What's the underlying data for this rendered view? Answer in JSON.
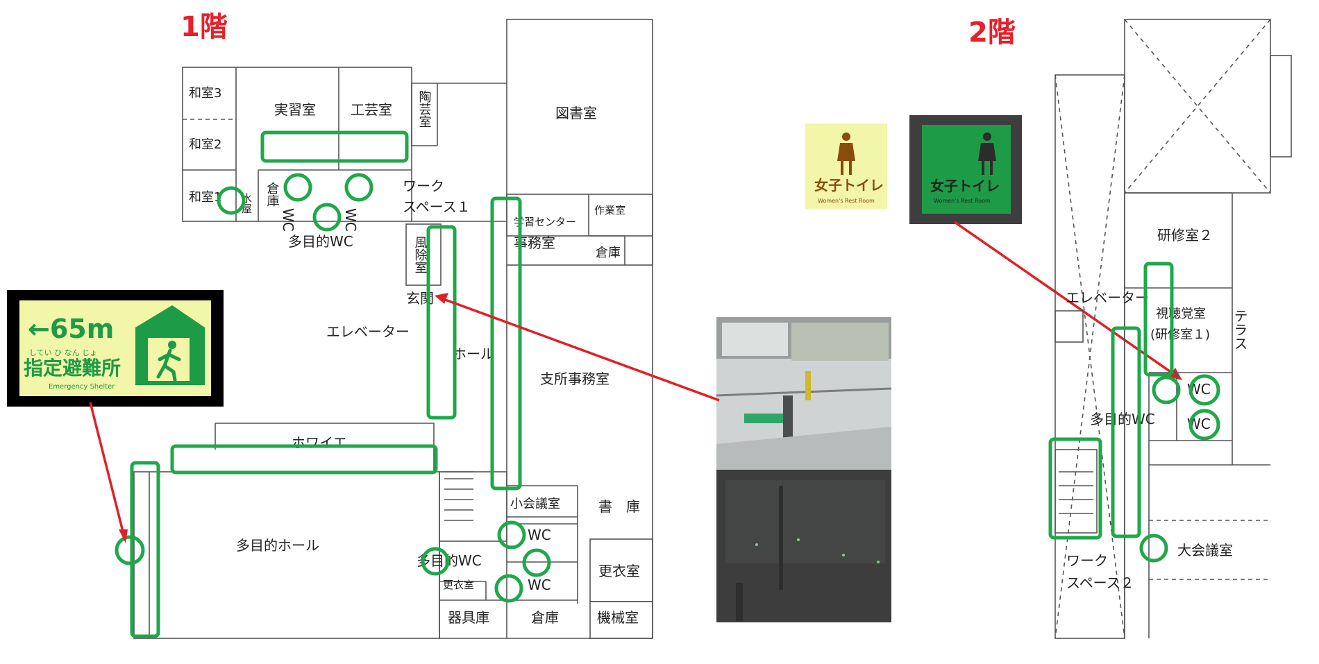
{
  "colors": {
    "highlight": "#1fa84a",
    "arrow": "#e31f26",
    "floor_title": "#e8202a",
    "sign_bg_light": "#f2f6a8",
    "sign_green": "#1e9b46",
    "sign_text_brown": "#8a4b0c"
  },
  "floor1": {
    "title": "1階",
    "rooms": {
      "washitsu3": "和室3",
      "washitsu2": "和室2",
      "washitsu1": "和室1",
      "mizuya": "水屋",
      "jisshu": "実習室",
      "kogei": "工芸室",
      "togei": "陶芸室",
      "toshoshitsu": "図書室",
      "soko_top": "倉庫",
      "wc_a": "WC",
      "wc_b": "WC",
      "tamokuteki_wc_top": "多目的WC",
      "work_space1_a": "ワーク",
      "work_space1_b": "スペース１",
      "fuyo": "風除室",
      "genkan": "玄関",
      "elevator": "エレベーター",
      "hall": "ホール",
      "gakushu_a": "学習センター",
      "gakushu_b": "事務室",
      "sagyo": "作業室",
      "soko_mid": "倉庫",
      "shisho": "支所事務室",
      "foyer": "ホワイエ",
      "tamokuteki_hall": "多目的ホール",
      "shokaigi": "小会議室",
      "shoko": "書　庫",
      "wc_c": "WC",
      "tamokuteki_wc_bottom": "多目的WC",
      "wc_d": "WC",
      "koi_small": "更衣室",
      "koi": "更衣室",
      "kigu": "器具庫",
      "soko_bottom": "倉庫",
      "kikai": "機械室"
    }
  },
  "floor2": {
    "title": "2階",
    "rooms": {
      "kenshu2": "研修室２",
      "elevator": "エレベーター",
      "shichokaku_a": "視聴覚室",
      "shichokaku_b": "(研修室１)",
      "terrace": "テラス",
      "wc_a": "WC",
      "tamokuteki_wc": "多目的WC",
      "wc_b": "WC",
      "daikaigi": "大会議室",
      "work_space2_a": "ワーク",
      "work_space2_b": "スペース２"
    }
  },
  "shelter_sign": {
    "distance": "←65m",
    "ruby": "してい ひ なん じょ",
    "name": "指定避難所",
    "english": "Emergency Shelter"
  },
  "toilet_sign_light": {
    "label": "女子トイレ",
    "english": "Women's Rest Room"
  },
  "toilet_sign_dark": {
    "label": "女子トイレ",
    "english": "Women's Rest Room"
  }
}
